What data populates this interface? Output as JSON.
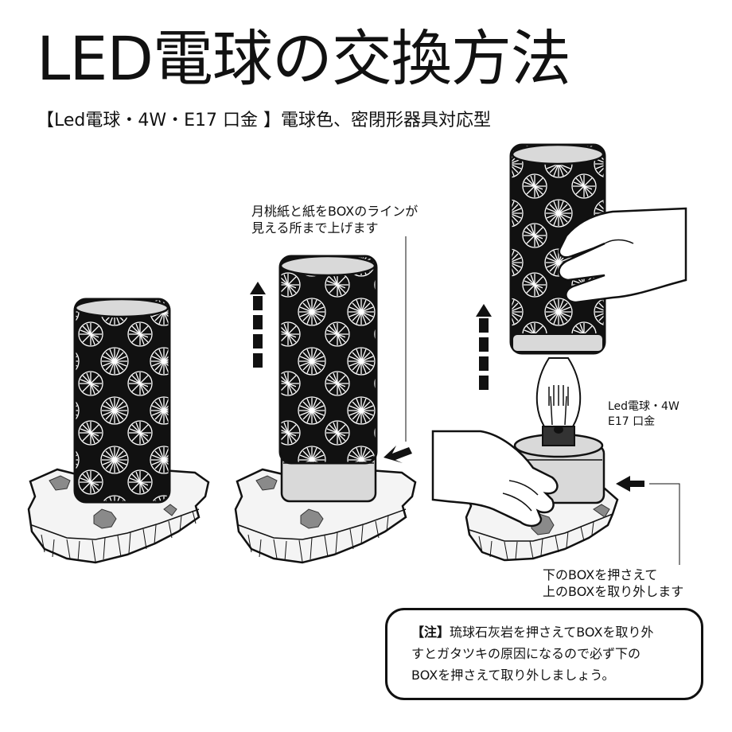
{
  "title": "LED電球の交換方法",
  "subtitle": "【Led電球・4W・E17 口金 】電球色、密閉形器具対応型",
  "step2_label": [
    "月桃紙と紙をBOXのラインが",
    "見える所まで上げます"
  ],
  "bulb_label": [
    "Led電球・4W",
    "E17 口金"
  ],
  "step3_label": [
    "下のBOXを押さえて",
    "上のBOXを取り外します"
  ],
  "note": {
    "head": "【注】",
    "lines": [
      "琉球石灰岩を押さえてBOXを取り外",
      "すとガタツキの原因になるので必ず下の",
      "BOXを押さえて取り外しましょう。"
    ]
  },
  "colors": {
    "line": "#111111",
    "box": "#d9d9d9",
    "rock": "#f4f4f4",
    "moss": "#8a8a8a"
  }
}
